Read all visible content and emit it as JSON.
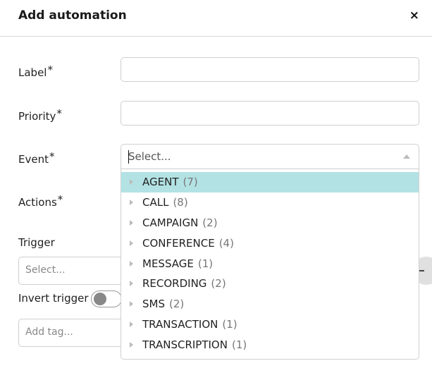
{
  "modal": {
    "title": "Add automation",
    "close_glyph": "×"
  },
  "form": {
    "label_label": "Label",
    "priority_label": "Priority",
    "event_label": "Event",
    "actions_label": "Actions",
    "required_marker": "*",
    "trigger_label": "Trigger",
    "invert_trigger_label": "Invert trigger",
    "event_placeholder": "Select...",
    "trigger_placeholder": "Select...",
    "tag_placeholder": "Add tag...",
    "label_value": "",
    "priority_value": ""
  },
  "event_options": [
    {
      "name": "AGENT",
      "count": "(7)",
      "highlighted": true
    },
    {
      "name": "CALL",
      "count": "(8)",
      "highlighted": false
    },
    {
      "name": "CAMPAIGN",
      "count": "(2)",
      "highlighted": false
    },
    {
      "name": "CONFERENCE",
      "count": "(4)",
      "highlighted": false
    },
    {
      "name": "MESSAGE",
      "count": "(1)",
      "highlighted": false
    },
    {
      "name": "RECORDING",
      "count": "(2)",
      "highlighted": false
    },
    {
      "name": "SMS",
      "count": "(2)",
      "highlighted": false
    },
    {
      "name": "TRANSACTION",
      "count": "(1)",
      "highlighted": false
    },
    {
      "name": "TRANSCRIPTION",
      "count": "(1)",
      "highlighted": false
    }
  ],
  "invert_trigger_on": false,
  "colors": {
    "highlight": "#b3e2e4",
    "border": "#cfcfcf"
  },
  "icons": {
    "close": "close-icon",
    "expand": "caret-right-icon",
    "select_arrow": "caret-up-icon",
    "remove": "minus-icon"
  }
}
